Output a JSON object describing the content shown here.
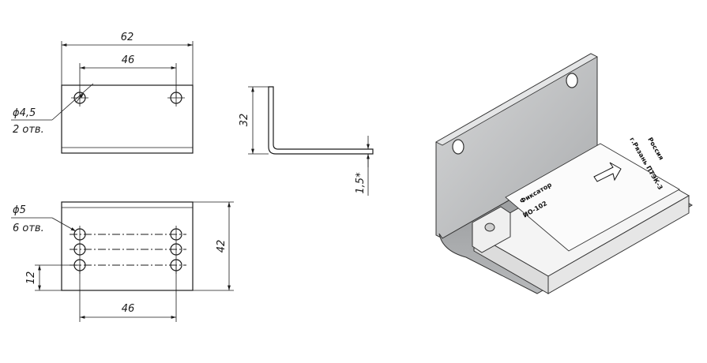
{
  "top_view": {
    "overall_width": "62",
    "hole_spacing": "46",
    "hole_diameter": "ϕ4,5",
    "hole_count": "2 отв."
  },
  "side_view": {
    "height": "32",
    "thickness": "1,5*"
  },
  "bottom_view": {
    "hole_diameter": "ϕ5",
    "hole_count": "6 отв.",
    "height": "42",
    "edge_offset": "12",
    "hole_spacing": "46"
  },
  "product_label": {
    "line1": "Россия",
    "line2": "г.Рязань ПТЭК-3",
    "line3": "Фиксатор",
    "line4": "ИО-102"
  },
  "colors": {
    "line": "#1a1a1a",
    "bracket_metal": "#c9cacb",
    "block_white": "#f4f4f4"
  }
}
